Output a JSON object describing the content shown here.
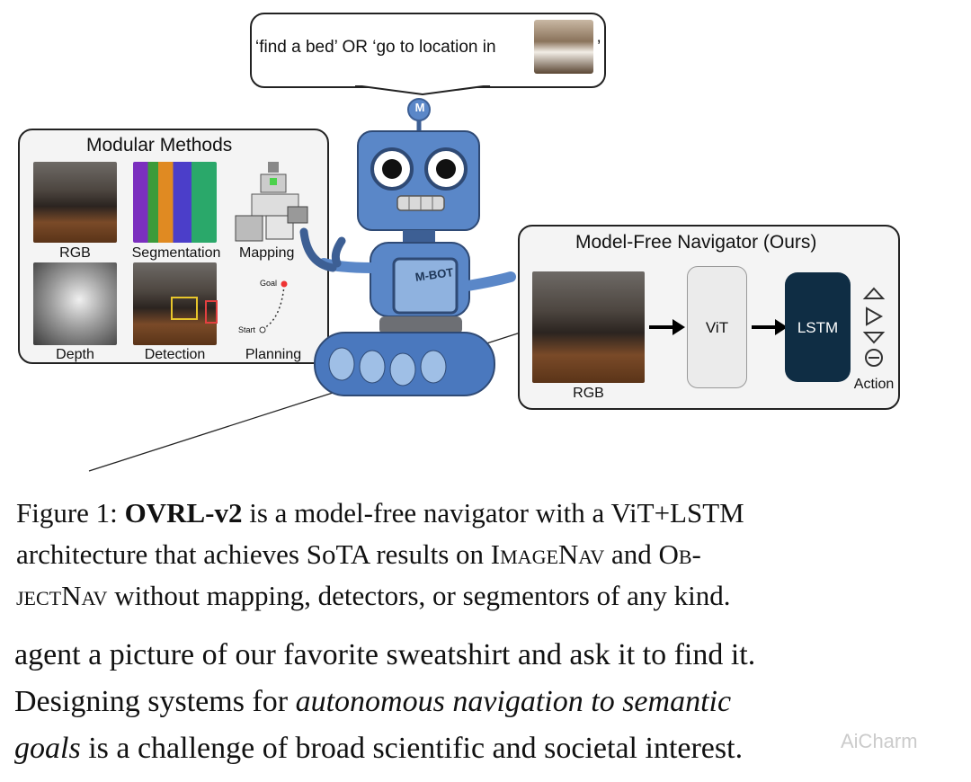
{
  "bubble": {
    "text_start": "‘find a bed’  OR  ‘go to location in",
    "text_end": "’"
  },
  "modular": {
    "title": "Modular Methods",
    "captions": [
      "RGB",
      "Segmentation",
      "Mapping",
      "Depth",
      "Detection",
      "Planning"
    ],
    "plan_goal": "Goal",
    "plan_start": "Start"
  },
  "robot": {
    "badge_letter": "M",
    "chest_label": "M-BOT"
  },
  "navigator": {
    "title": "Model-Free Navigator (Ours)",
    "rgb_caption": "RGB",
    "vit_label": "ViT",
    "lstm_label": "LSTM",
    "action_caption": "Action"
  },
  "caption": {
    "prefix": "Figure 1: ",
    "name": "OVRL-v2",
    "line1_rest": " is a model-free navigator with a ViT+LSTM",
    "line2a": "architecture that achieves SoTA results on ",
    "line2_sc1": "ImageNav",
    "line2b": " and ",
    "line2_sc2": "Ob-",
    "line3_sc": "jectNav",
    "line3_rest": " without mapping, detectors, or segmentors of any kind."
  },
  "body": {
    "line1": "agent a picture of our favorite sweatshirt and ask it to find it.",
    "line2a": "Designing systems for ",
    "line2_italic": "autonomous navigation to semantic",
    "line3_italic": "goals",
    "line3_rest": " is a challenge of broad scientific and societal interest."
  },
  "watermark": "AiCharm",
  "colors": {
    "robot_blue": "#5a87c8",
    "robot_dark": "#3d5f94",
    "lstm_fill": "#0f2d44",
    "vit_fill": "#ebebeb"
  }
}
